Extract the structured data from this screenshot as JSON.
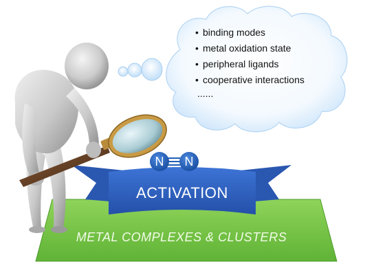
{
  "thought_bubble": {
    "items": [
      "binding modes",
      "metal oxidation state",
      "peripheral ligands",
      "cooperative interactions"
    ],
    "ellipsis": "......",
    "bullet": "•"
  },
  "molecule": {
    "atom_left": "N",
    "atom_right": "N",
    "bond": "triple",
    "color": "#1f5fb8"
  },
  "banner": {
    "label": "ACTIVATION",
    "color": "#3366cc"
  },
  "platform": {
    "label": "METAL COMPLEXES & CLUSTERS",
    "color": "#70c040"
  },
  "icons": {
    "figure": "person-with-magnifier-icon"
  }
}
